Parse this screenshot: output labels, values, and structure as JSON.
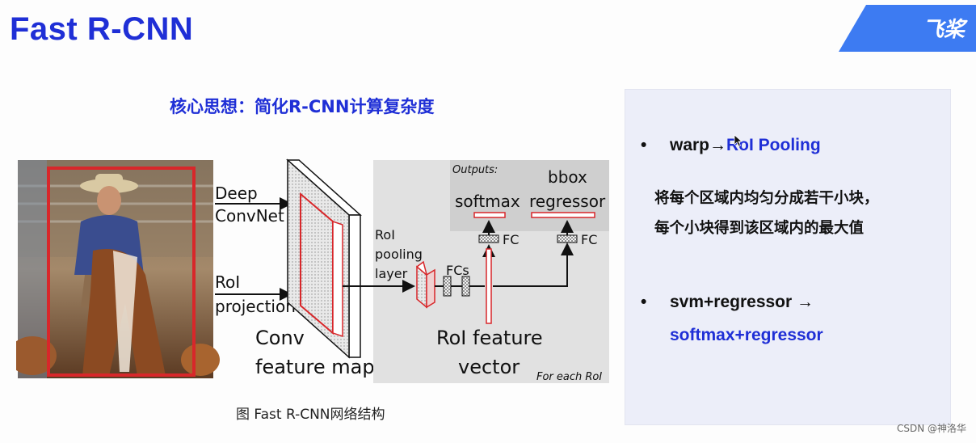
{
  "header": {
    "title": "Fast R-CNN",
    "logo_text": "飞桨",
    "logo_icon": "paddle-logo-icon"
  },
  "subtitle": "核心思想：简化R-CNN计算复杂度",
  "diagram": {
    "labels": {
      "deep_convnet_1": "Deep",
      "deep_convnet_2": "ConvNet",
      "roi_projection_1": "RoI",
      "roi_projection_2": "projection",
      "conv_map_1": "Conv",
      "conv_map_2": "feature map",
      "roi_pool_1": "RoI",
      "roi_pool_2": "pooling",
      "roi_pool_3": "layer",
      "fcs": "FCs",
      "outputs": "Outputs:",
      "softmax": "softmax",
      "bbox_1": "bbox",
      "bbox_2": "regressor",
      "fc_left": "FC",
      "fc_right": "FC",
      "roi_vector_1": "RoI feature",
      "roi_vector_2": "vector",
      "for_each_roi": "For each RoI"
    },
    "colors": {
      "region_box": "#d8272a",
      "panel_bg": "#e1e1e1",
      "outputs_bg": "#cfcfcf"
    }
  },
  "caption": "图 Fast R-CNN网络结构",
  "points": {
    "bullet": "•",
    "p1_a": "warp→",
    "p1_b": "RoI Pooling",
    "p1_desc_1": "将每个区域内均匀分成若干小块，",
    "p1_desc_2": "每个小块得到该区域内的最大值",
    "p2_a": "svm+regressor →",
    "p2_b": "softmax+regressor"
  },
  "footer": "CSDN @神洛华"
}
